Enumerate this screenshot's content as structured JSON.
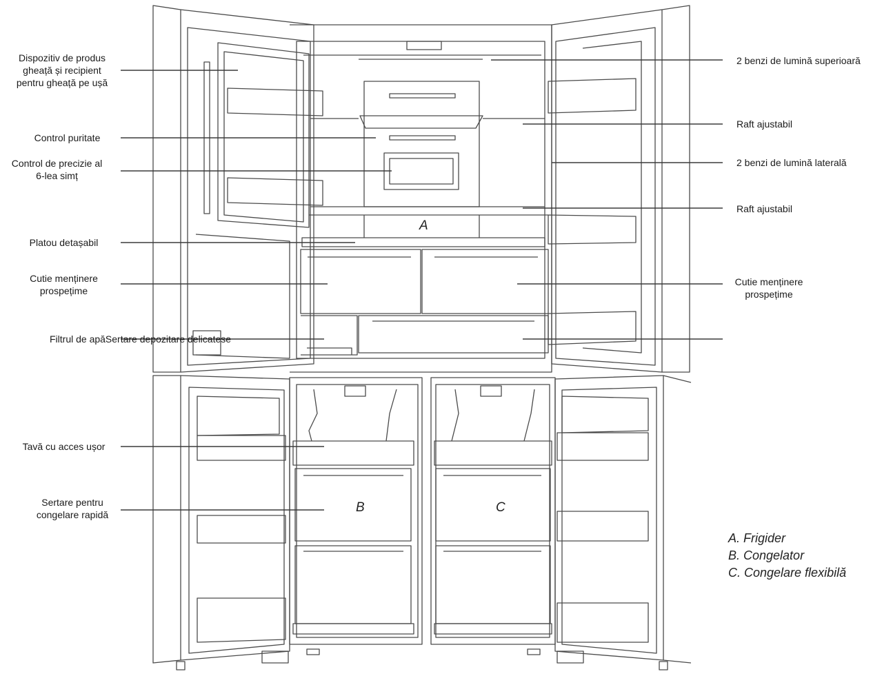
{
  "labels_left": [
    "Dispozitiv de produs\ngheață și recipient\npentru gheață pe ușă",
    "Control puritate",
    "Control de precizie al\n6-lea simț",
    "Platou detașabil",
    "Cutie menținere\nprospețime",
    "Filtrul de apăSertare depozitare delicatese",
    "Tavă cu acces ușor",
    "Sertare pentru\ncongelare rapidă"
  ],
  "labels_right": [
    "2 benzi de lumină superioară",
    "Raft ajustabil",
    "2 benzi de lumină laterală",
    "Raft ajustabil",
    "Cutie menținere\nprospețime"
  ],
  "section_marks": [
    "A",
    "B",
    "C"
  ],
  "legend": [
    "A. Frigider",
    "B. Congelator",
    "C. Congelare flexibilă"
  ],
  "colors": {
    "line": "#3a3a3a",
    "text": "#1a1a1a"
  }
}
